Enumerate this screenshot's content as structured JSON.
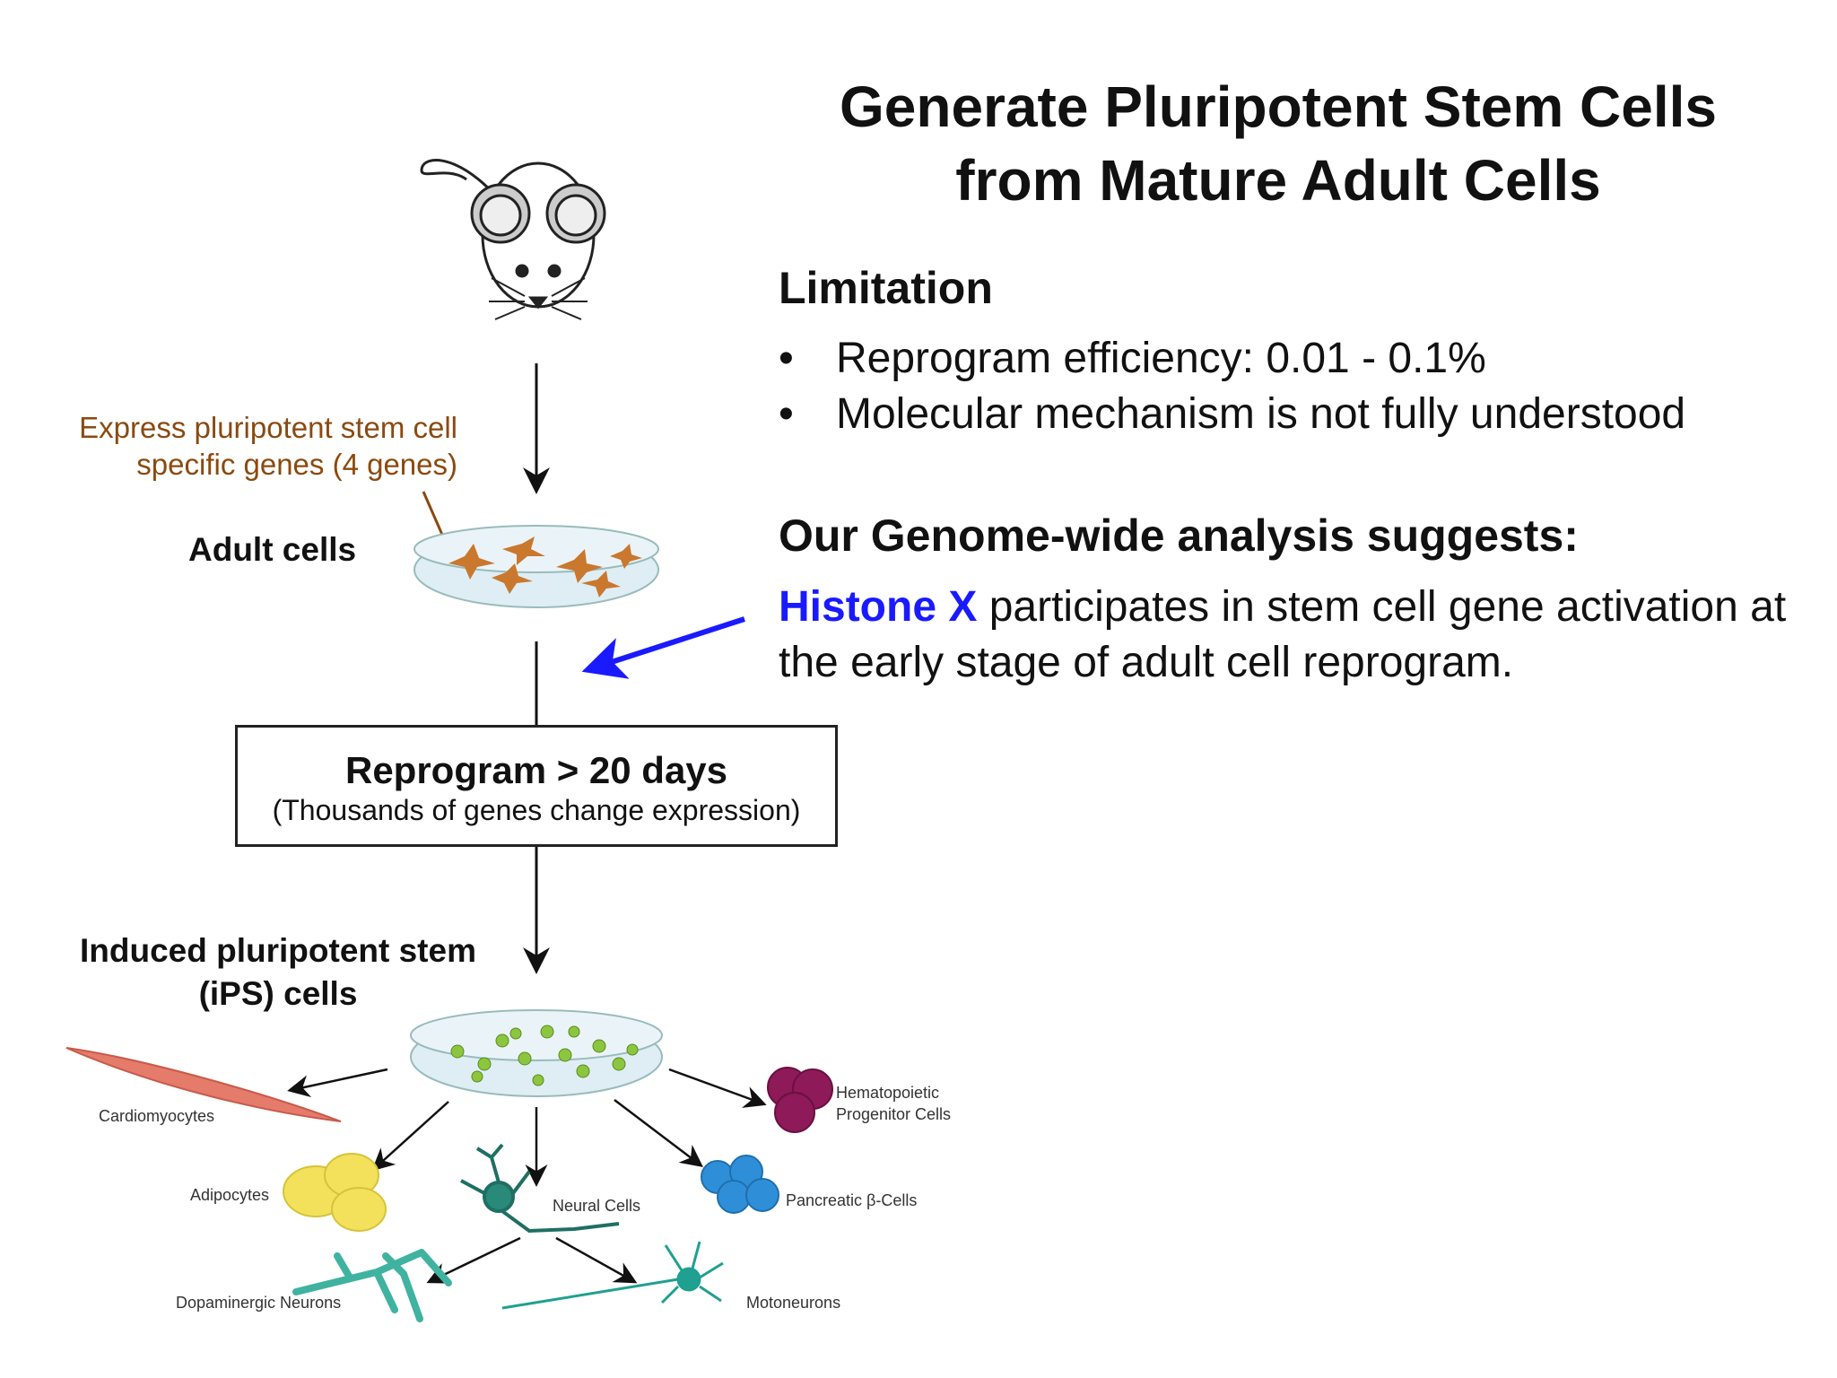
{
  "title_line1": "Generate Pluripotent Stem Cells",
  "title_line2": "from Mature Adult Cells",
  "limitation": {
    "heading": "Limitation",
    "bullets": [
      "Reprogram efficiency: 0.01 - 0.1%",
      "Molecular mechanism is not fully understood"
    ]
  },
  "analysis": {
    "heading": "Our Genome-wide analysis suggests:",
    "highlight": "Histone X",
    "text": " participates in stem cell gene activation at the early stage of adult cell reprogram."
  },
  "diagram": {
    "express_note_line1": "Express pluripotent stem cell",
    "express_note_line2": "specific genes (4 genes)",
    "adult_cells": "Adult cells",
    "reprogram_title": "Reprogram > 20 days",
    "reprogram_sub": "(Thousands of genes change expression)",
    "ips_line1": "Induced pluripotent stem",
    "ips_line2": "(iPS) cells",
    "cell_types": {
      "cardiomyocytes": "Cardiomyocytes",
      "adipocytes": "Adipocytes",
      "neural": "Neural Cells",
      "hematopoietic_line1": "Hematopoietic",
      "hematopoietic_line2": "Progenitor Cells",
      "pancreatic": "Pancreatic β-Cells",
      "dopaminergic": "Dopaminergic Neurons",
      "motoneurons": "Motoneurons"
    }
  },
  "colors": {
    "accent_blue": "#1a1aff",
    "note_brown": "#8a4a10"
  }
}
